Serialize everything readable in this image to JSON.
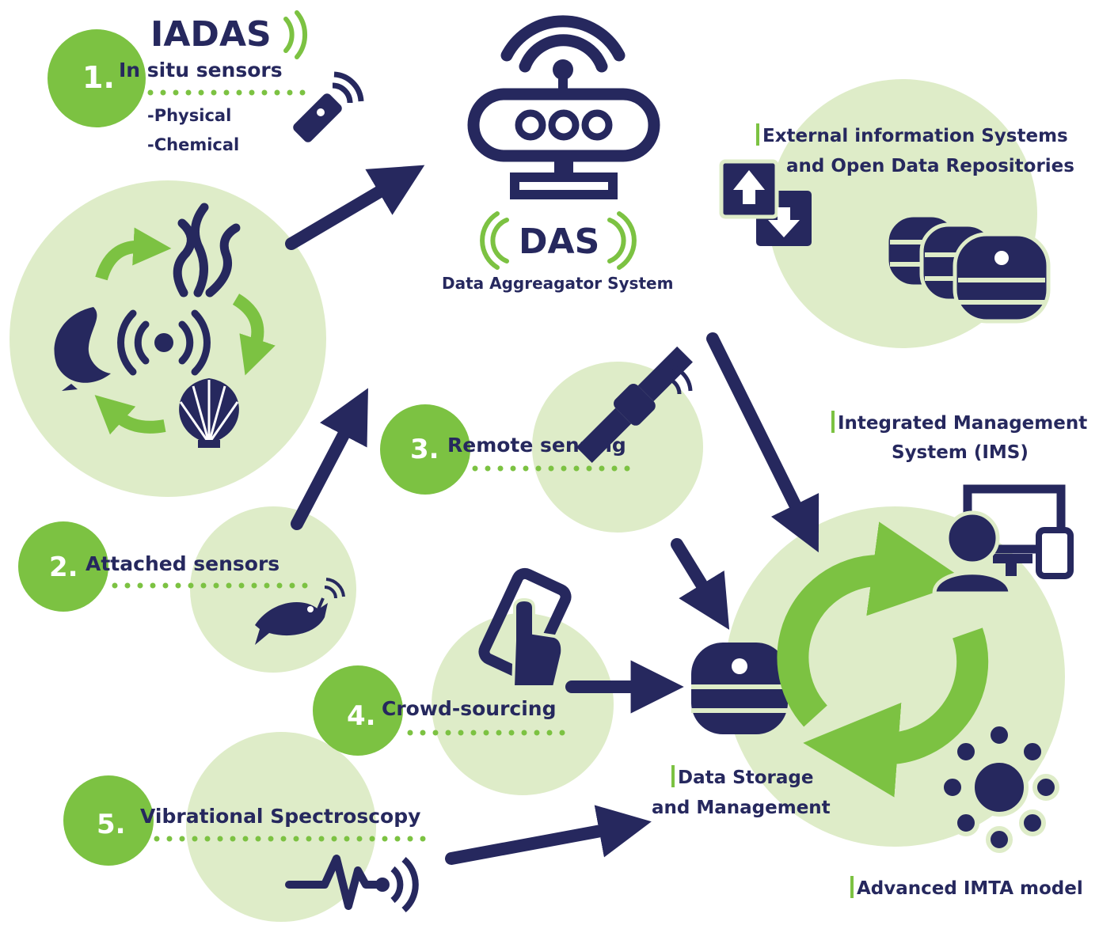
{
  "colors": {
    "navy": "#26285e",
    "green": "#7cc242",
    "light_green": "#deecc8"
  },
  "logo": {
    "iadas": "IADAS",
    "das": "DAS"
  },
  "das_caption": "Data Aggreagator System",
  "sources": [
    {
      "number": "1.",
      "label": "In situ sensors",
      "sublabels": [
        "-Physical",
        "-Chemical"
      ]
    },
    {
      "number": "2.",
      "label": "Attached sensors"
    },
    {
      "number": "3.",
      "label": "Remote sensing"
    },
    {
      "number": "4.",
      "label": "Crowd-sourcing"
    },
    {
      "number": "5.",
      "label": "Vibrational Spectroscopy"
    }
  ],
  "external": {
    "line1": "External information Systems",
    "line2": "and Open Data Repositories"
  },
  "ims": {
    "line1": "Integrated Management",
    "line2": "System (IMS)"
  },
  "storage": {
    "line1": "Data Storage",
    "line2": "and Management"
  },
  "imta": "Advanced IMTA model",
  "icons": [
    "sensor-remote-icon",
    "fish-icon",
    "seaweed-icon",
    "shell-icon",
    "signal-icon",
    "monitor-router-icon",
    "satellite-icon",
    "tracked-fish-icon",
    "phone-touch-icon",
    "heartbeat-signal-icon",
    "database-icon",
    "exchange-icon",
    "user-devices-icon",
    "refresh-cycle-icon",
    "network-nodes-icon"
  ]
}
